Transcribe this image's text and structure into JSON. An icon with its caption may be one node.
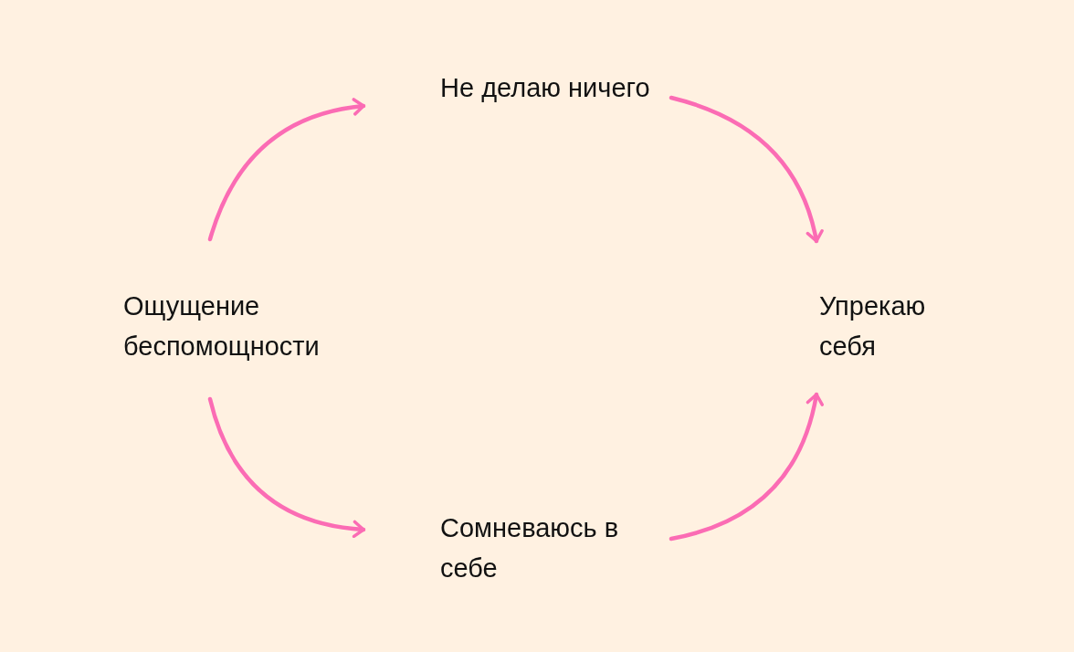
{
  "diagram": {
    "nodes": [
      {
        "text": [
          "Ощущение беспомощности"
        ]
      },
      {
        "text": [
          "Не делаю ничего"
        ]
      },
      {
        "text": [
          "Упрекаю себя"
        ]
      },
      {
        "text": [
          "Сомневаюсь в себе"
        ]
      }
    ],
    "edges": [
      {
        "from": 0,
        "to": 1,
        "arrow": "to"
      },
      {
        "from": 1,
        "to": 2,
        "arrow": "to"
      },
      {
        "from": 0,
        "to": 3,
        "arrow": "to"
      },
      {
        "from": 3,
        "to": 2,
        "arrow": "to"
      }
    ]
  }
}
